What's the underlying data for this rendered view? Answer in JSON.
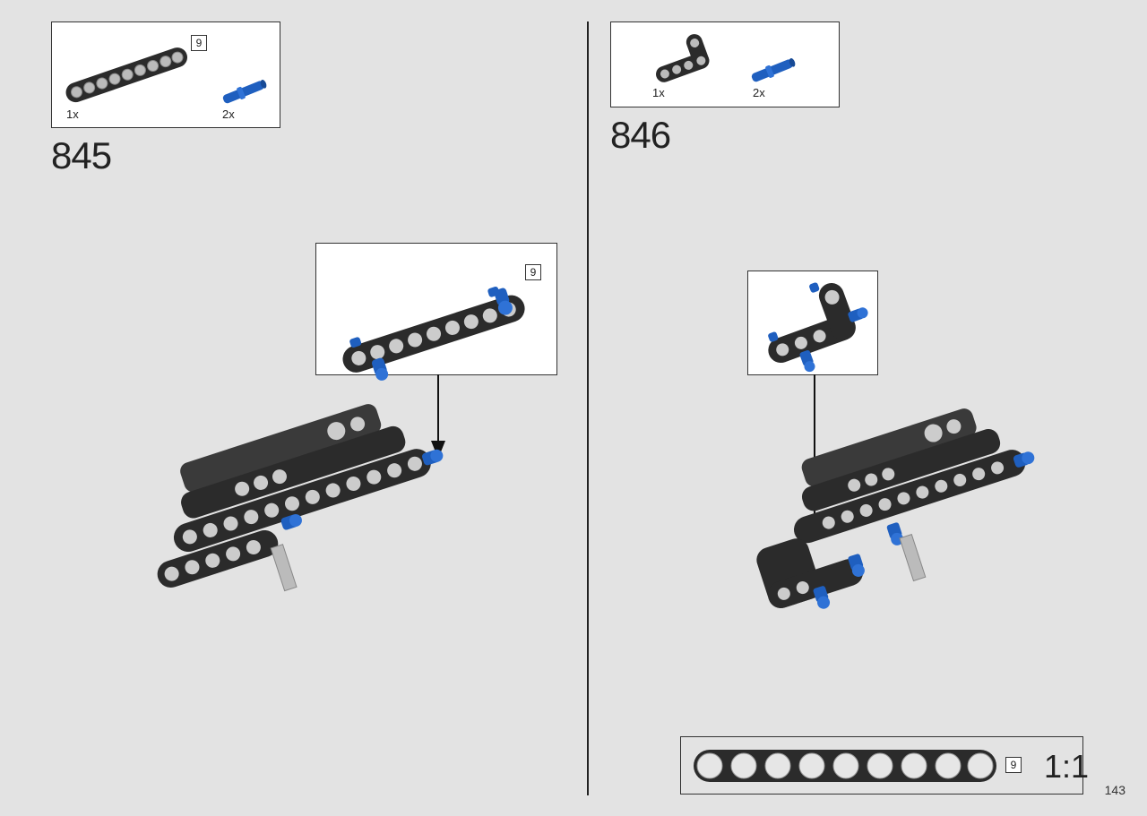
{
  "steps": [
    {
      "number": "845",
      "parts": [
        {
          "icon": "beam-9-icon",
          "qty": "1x",
          "length": "9"
        },
        {
          "icon": "blue-pin-icon",
          "qty": "2x"
        }
      ],
      "callout": {
        "length": "9"
      }
    },
    {
      "number": "846",
      "parts": [
        {
          "icon": "bent-beam-icon",
          "qty": "1x"
        },
        {
          "icon": "blue-pin-icon",
          "qty": "2x"
        }
      ]
    }
  ],
  "scale_ruler": {
    "length": "9",
    "scale": "1:1"
  },
  "page_number": "143",
  "colors": {
    "beam": "#2b2b2b",
    "pin_blue": "#1f5fbf",
    "background": "#e3e3e3"
  }
}
